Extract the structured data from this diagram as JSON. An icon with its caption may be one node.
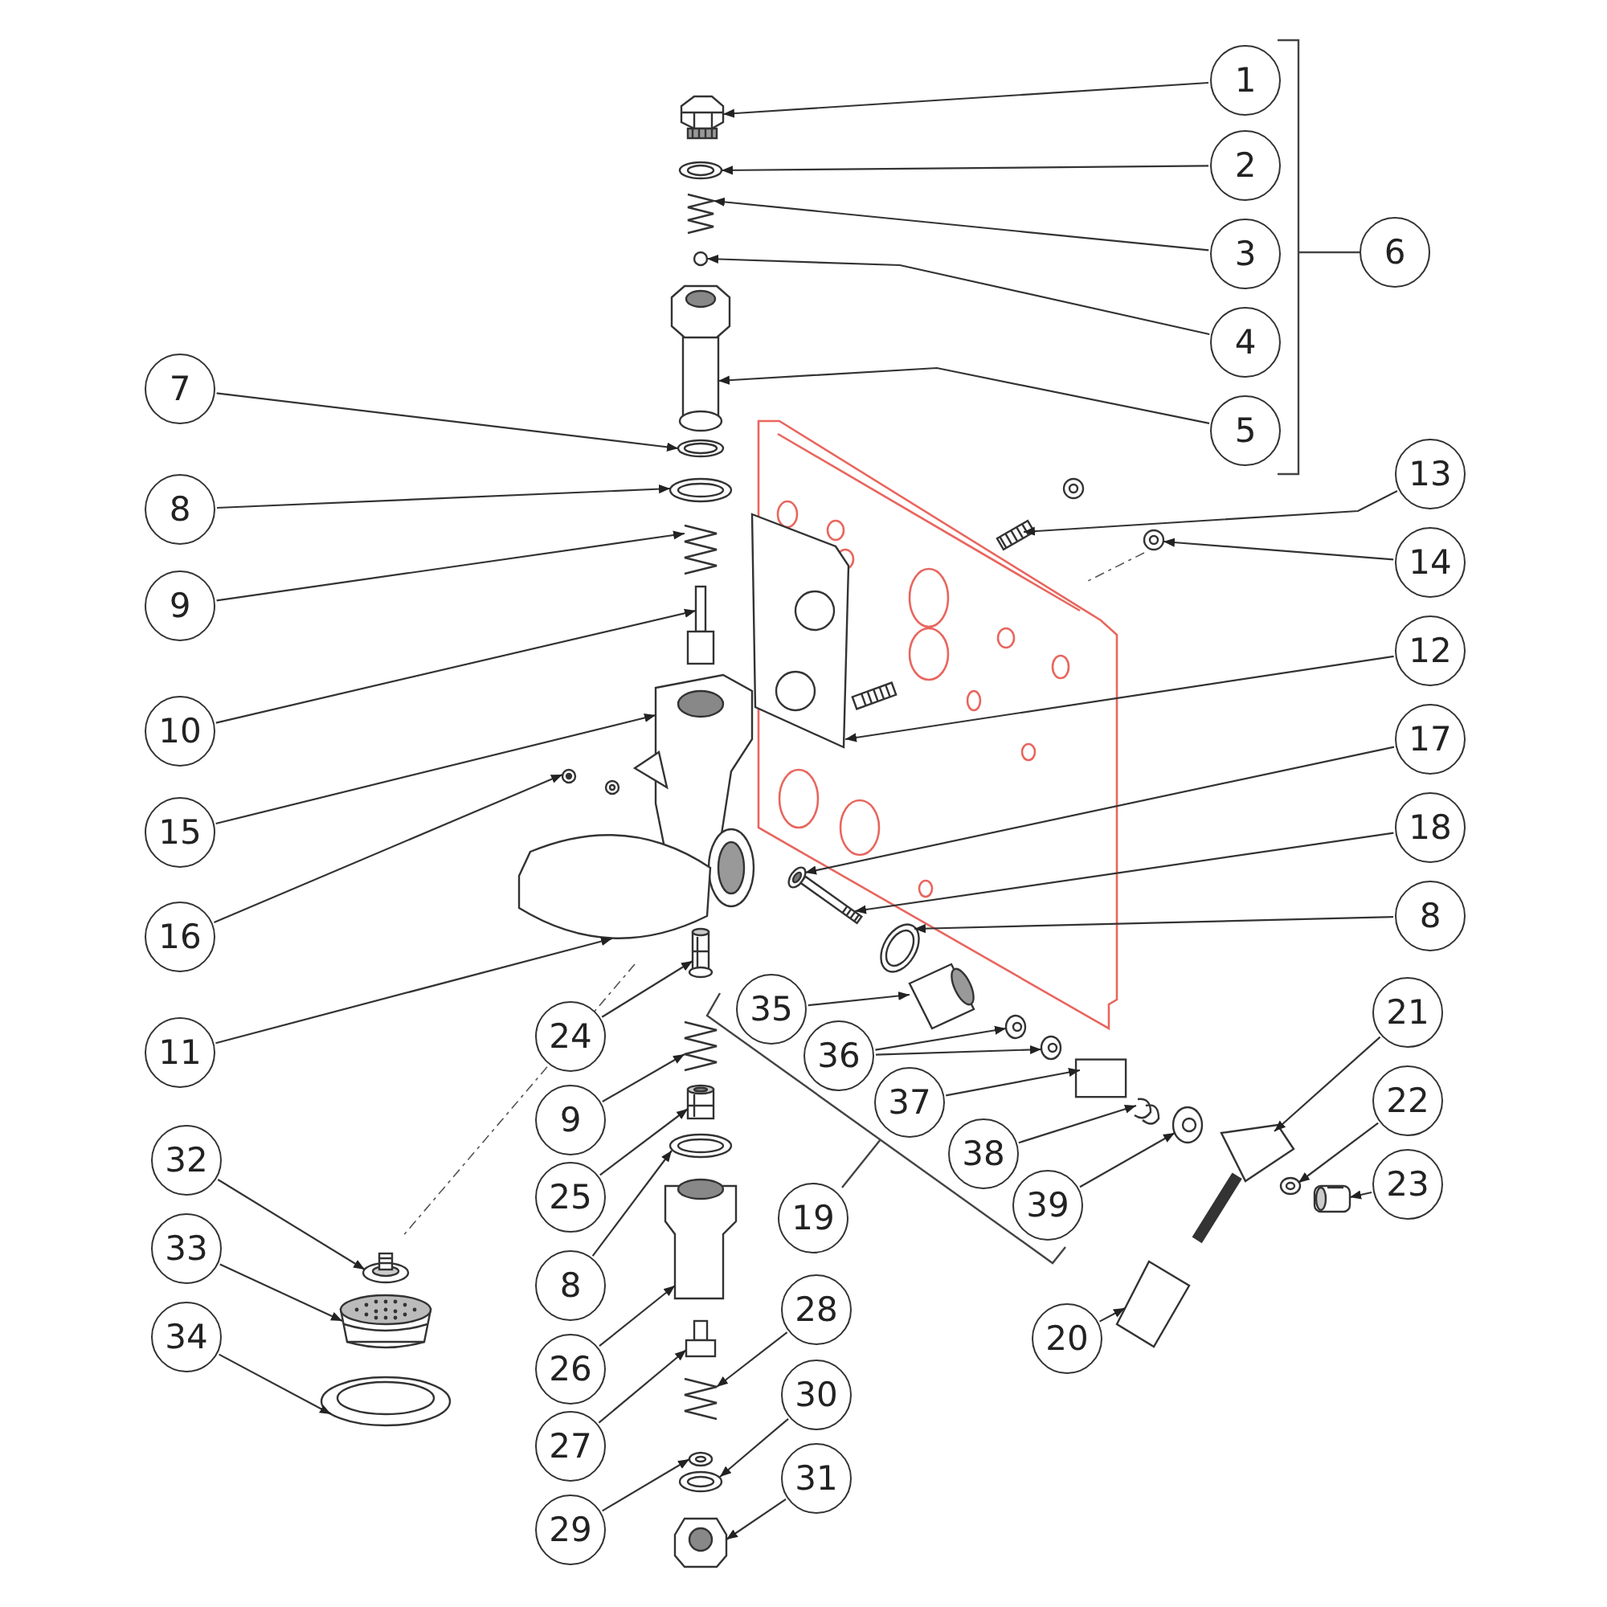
{
  "diagram": {
    "nodes": [
      {
        "text": [
          "1"
        ]
      },
      {
        "text": [
          "2"
        ]
      },
      {
        "text": [
          "3"
        ]
      },
      {
        "text": [
          "4"
        ]
      },
      {
        "text": [
          "5"
        ]
      },
      {
        "text": [
          "6"
        ]
      },
      {
        "text": [
          "7"
        ]
      },
      {
        "text": [
          "8"
        ]
      },
      {
        "text": [
          "9"
        ]
      },
      {
        "text": [
          "10"
        ]
      },
      {
        "text": [
          "15"
        ]
      },
      {
        "text": [
          "16"
        ]
      },
      {
        "text": [
          "11"
        ]
      },
      {
        "text": [
          "13"
        ]
      },
      {
        "text": [
          "14"
        ]
      },
      {
        "text": [
          "12"
        ]
      },
      {
        "text": [
          "17"
        ]
      },
      {
        "text": [
          "18"
        ]
      },
      {
        "text": [
          "8"
        ]
      },
      {
        "text": [
          "35"
        ]
      },
      {
        "text": [
          "36"
        ]
      },
      {
        "text": [
          "37"
        ]
      },
      {
        "text": [
          "38"
        ]
      },
      {
        "text": [
          "39"
        ]
      },
      {
        "text": [
          "19"
        ]
      },
      {
        "text": [
          "21"
        ]
      },
      {
        "text": [
          "22"
        ]
      },
      {
        "text": [
          "23"
        ]
      },
      {
        "text": [
          "20"
        ]
      },
      {
        "text": [
          "24"
        ]
      },
      {
        "text": [
          "9"
        ]
      },
      {
        "text": [
          "25"
        ]
      },
      {
        "text": [
          "8"
        ]
      },
      {
        "text": [
          "26"
        ]
      },
      {
        "text": [
          "27"
        ]
      },
      {
        "text": [
          "28"
        ]
      },
      {
        "text": [
          "29"
        ]
      },
      {
        "text": [
          "30"
        ]
      },
      {
        "text": [
          "31"
        ]
      },
      {
        "text": [
          "32"
        ]
      },
      {
        "text": [
          "33"
        ]
      },
      {
        "text": [
          "34"
        ]
      },
      {
        "text": [],
        "shape": "picture"
      },
      {
        "text": [],
        "shape": "picture"
      },
      {
        "text": [],
        "shape": "picture"
      },
      {
        "text": [],
        "shape": "box"
      },
      {
        "text": [],
        "shape": "picture"
      },
      {
        "text": [],
        "shape": "picture"
      },
      {
        "text": [],
        "shape": "picture"
      },
      {
        "text": [],
        "shape": "picture"
      },
      {
        "text": [],
        "shape": "picture"
      },
      {
        "text": [],
        "shape": "circle"
      },
      {
        "text": [],
        "shape": "picture"
      },
      {
        "text": [],
        "shape": "picture"
      },
      {
        "text": [],
        "shape": "picture"
      },
      {
        "text": [],
        "shape": "picture"
      },
      {
        "text": [],
        "shape": "picture"
      },
      {
        "text": [],
        "shape": "picture"
      },
      {
        "text": [],
        "shape": "picture"
      },
      {
        "text": [],
        "shape": "picture"
      },
      {
        "text": [],
        "shape": "picture"
      },
      {
        "text": [],
        "shape": "picture"
      },
      {
        "text": [],
        "shape": "picture"
      },
      {
        "text": [],
        "shape": "picture"
      },
      {
        "text": [],
        "shape": "picture"
      },
      {
        "text": [],
        "shape": "picture",
        "in": 86
      },
      {
        "text": [],
        "shape": "picture"
      },
      {
        "text": [],
        "shape": "picture"
      },
      {
        "text": [],
        "shape": "picture"
      },
      {
        "text": [],
        "shape": "picture"
      },
      {
        "text": [],
        "shape": "picture"
      },
      {
        "text": [],
        "shape": "picture"
      },
      {
        "text": [],
        "shape": "picture"
      },
      {
        "text": [],
        "shape": "picture"
      },
      {
        "text": [],
        "shape": "picture"
      },
      {
        "text": [],
        "shape": "picture"
      },
      {
        "text": [],
        "shape": "picture"
      },
      {
        "text": [],
        "shape": "picture"
      },
      {
        "text": [],
        "shape": "picture"
      },
      {
        "text": [],
        "shape": "picture"
      },
      {
        "text": [],
        "shape": "picture"
      },
      {
        "text": [],
        "shape": "picture"
      },
      {
        "text": [],
        "shape": "picture"
      },
      {
        "text": [],
        "shape": "picture"
      },
      {
        "text": [],
        "shape": "picture"
      },
      {
        "text": [],
        "shape": "picture"
      },
      {
        "text": [],
        "shape": "picture"
      }
    ],
    "edges": [
      {
        "from": 0,
        "to": 48,
        "arrow": "to"
      },
      {
        "from": 1,
        "to": 49,
        "arrow": "to"
      },
      {
        "from": 2,
        "to": 50,
        "arrow": "to"
      },
      {
        "from": 3,
        "to": 51,
        "arrow": "to"
      },
      {
        "from": 4,
        "to": 52,
        "arrow": "to"
      },
      {
        "from": 6,
        "to": 53,
        "arrow": "to"
      },
      {
        "from": 7,
        "to": 54,
        "arrow": "to"
      },
      {
        "from": 8,
        "to": 55,
        "arrow": "to"
      },
      {
        "from": 9,
        "to": 56,
        "arrow": "to"
      },
      {
        "from": 10,
        "to": 57,
        "arrow": "to"
      },
      {
        "from": 11,
        "to": 58,
        "arrow": "to"
      },
      {
        "from": 12,
        "to": 60,
        "arrow": "to"
      },
      {
        "from": 13,
        "to": 62,
        "arrow": "to"
      },
      {
        "from": 14,
        "to": 63,
        "arrow": "to"
      },
      {
        "from": 15,
        "to": 61,
        "arrow": "to"
      },
      {
        "from": 16,
        "to": 66,
        "arrow": "to"
      },
      {
        "from": 17,
        "to": 67,
        "arrow": "to"
      },
      {
        "from": 18,
        "to": 68,
        "arrow": "to"
      },
      {
        "from": 19,
        "to": 42,
        "arrow": "to"
      },
      {
        "from": 20,
        "to": 43,
        "arrow": "to"
      },
      {
        "from": 20,
        "to": 44,
        "arrow": "to"
      },
      {
        "from": 21,
        "to": 45,
        "arrow": "to"
      },
      {
        "from": 22,
        "to": 46,
        "arrow": "to"
      },
      {
        "from": 23,
        "to": 47,
        "arrow": "to"
      },
      {
        "from": 25,
        "to": 69,
        "arrow": "to"
      },
      {
        "from": 26,
        "to": 70,
        "arrow": "to"
      },
      {
        "from": 27,
        "to": 71,
        "arrow": "to"
      },
      {
        "from": 28,
        "to": 72,
        "arrow": "to"
      },
      {
        "from": 29,
        "to": 73,
        "arrow": "to"
      },
      {
        "from": 30,
        "to": 74,
        "arrow": "to"
      },
      {
        "from": 31,
        "to": 75,
        "arrow": "to"
      },
      {
        "from": 32,
        "to": 76,
        "arrow": "to"
      },
      {
        "from": 33,
        "to": 77,
        "arrow": "to"
      },
      {
        "from": 34,
        "to": 78,
        "arrow": "to"
      },
      {
        "from": 35,
        "to": 79,
        "arrow": "to"
      },
      {
        "from": 36,
        "to": 80,
        "arrow": "to"
      },
      {
        "from": 37,
        "to": 81,
        "arrow": "to"
      },
      {
        "from": 38,
        "to": 82,
        "arrow": "to"
      },
      {
        "from": 39,
        "to": 83,
        "arrow": "to"
      },
      {
        "from": 40,
        "to": 84,
        "arrow": "to"
      },
      {
        "from": 41,
        "to": 85,
        "arrow": "to"
      }
    ]
  }
}
